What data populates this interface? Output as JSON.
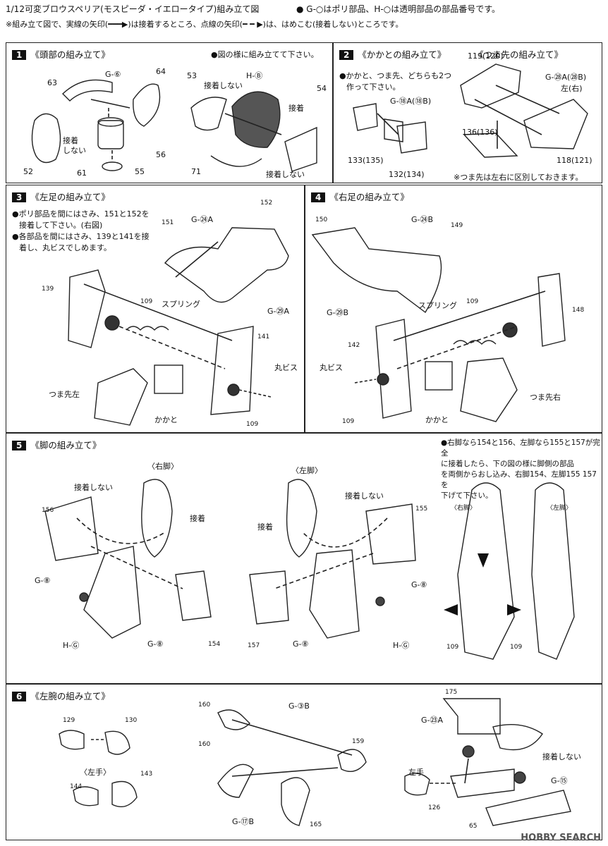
{
  "header": {
    "title": "1/12可変ブロウスペリア(モスピーダ・イエロータイプ)組み立て図",
    "legend_parts": "● G-○はポリ部品、H-○は透明部品の部品番号です。",
    "legend_arrows": "※組み立て図で、実線の矢印(━━━▶)は接着するところ、点線の矢印(━ ━ ▶)は、はめこむ(接着しない)ところです。"
  },
  "step1": {
    "num": "1",
    "title": "《頭部の組み立て》",
    "note": "●図の様に組み立てて下さい。",
    "labels": {
      "g6": "G-⑥",
      "hb": "H-Ⓑ",
      "p63": "63",
      "p64": "64",
      "p53": "53",
      "p54": "54",
      "p52": "52",
      "p56": "56",
      "p55": "55",
      "p61": "61",
      "p71": "71",
      "no_glue_a": "接着",
      "no_glue_b": "しない",
      "no_glue2": "接着しない",
      "glue": "接着",
      "no_glue3": "接着しない"
    }
  },
  "step2": {
    "num": "2",
    "title": "《かかとの組み立て》",
    "title_b": "《つま先の組み立て》",
    "note1": "●かかと、つま先、どちらも2つ",
    "note2": "作って下さい。",
    "labels": {
      "g18": "G-⑱A(⑱B)",
      "g28": "G-㉘A(㉘B)",
      "lr": "左(右)",
      "p133": "133(135)",
      "p132": "132(134)",
      "p119": "119(120)",
      "p136": "136(136)",
      "p118": "118(121)"
    },
    "foot_note": "※つま先は左右に区別しておきます。"
  },
  "step3": {
    "num": "3",
    "title": "《左足の組み立て》",
    "note1": "●ポリ部品を間にはさみ、151と152を",
    "note2": "接着して下さい。(右図)",
    "note3": "●各部品を間にはさみ、139と141を接",
    "note4": "着し、丸ビスでしめます。",
    "labels": {
      "g24": "G-㉔A",
      "g29": "G-㉙A",
      "p151": "151",
      "p152": "152",
      "p139": "139",
      "p109a": "109",
      "p141": "141",
      "p109b": "109",
      "spring": "スプリング",
      "screw": "丸ビス",
      "toe": "つま先左",
      "heel": "かかと"
    }
  },
  "step4": {
    "num": "4",
    "title": "《右足の組み立て》",
    "labels": {
      "g24": "G-㉔B",
      "g29": "G-㉙B",
      "p150": "150",
      "p149": "149",
      "p148": "148",
      "p109a": "109",
      "p142": "142",
      "p109b": "109",
      "spring": "スプリング",
      "screw": "丸ビス",
      "toe": "つま先右",
      "heel": "かかと"
    }
  },
  "step5": {
    "num": "5",
    "title": "《脚の組み立て》",
    "right_leg": "〈右脚〉",
    "left_leg": "〈左脚〉",
    "note1": "●右脚なら154と156、左脚なら155と157が完全",
    "note2": "に接着したら、下の図の様に脚側の部品",
    "note3": "を両側からおし込み、右脚154、左脚155 157を",
    "note4": "下げて下さい。",
    "labels": {
      "no_glue": "接着しない",
      "glue": "接着",
      "g8": "G-⑧",
      "hg": "H-Ⓖ",
      "p156": "156",
      "p154": "154",
      "p155": "155",
      "p157": "157",
      "p109": "109",
      "right_small": "〈右脚〉",
      "left_small": "〈左脚〉"
    }
  },
  "step6": {
    "num": "6",
    "title": "《左腕の組み立て》",
    "labels": {
      "p129": "129",
      "p130": "130",
      "p143": "143",
      "p144": "144",
      "left_hand": "〈左手〉",
      "p160": "160",
      "p160b": "160",
      "g3": "G-③B",
      "p159": "159",
      "g17": "G-⑰B",
      "p165": "165",
      "p175": "175",
      "g23": "G-㉓A",
      "left_hand2": "左手",
      "no_glue": "接着しない",
      "g15": "G-⑮",
      "p126": "126",
      "p65": "65"
    }
  },
  "watermark": "HOBBY SEARCH"
}
